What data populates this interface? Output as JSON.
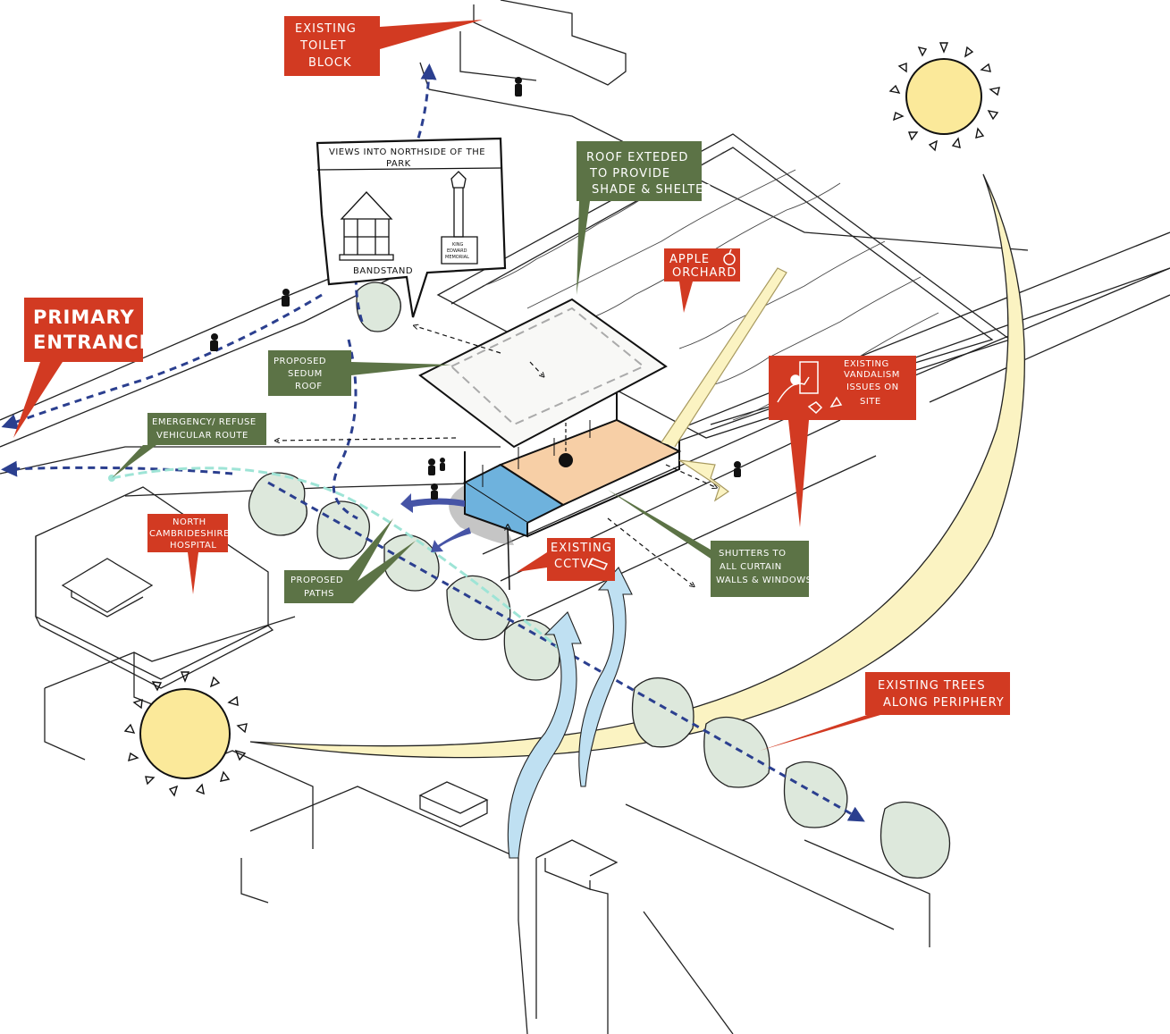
{
  "colors": {
    "red_label": "#d23a22",
    "green_label": "#5c7346",
    "ink": "#111111",
    "path_blue": "#2b3f8f",
    "wind_blue": "#bfe0f2",
    "sun_yellow": "#fbe99a",
    "sun_arc": "#fbf3c2",
    "tree_green": "#dde8dc",
    "room_orange": "#f7cfa6",
    "room_blue": "#6eb2dd",
    "emergency_teal": "#9ee4d6"
  },
  "labels": {
    "toilet_block": [
      "EXISTING",
      "TOILET",
      "BLOCK"
    ],
    "views_title": [
      "VIEWS INTO NORTHSIDE OF THE",
      "PARK"
    ],
    "bandstand": "BANDSTAND",
    "memorial": [
      "KING",
      "EDWARD",
      "MEMORIAL"
    ],
    "roof_extended": [
      "ROOF EXTEDED",
      "TO PROVIDE",
      "SHADE & SHELTER"
    ],
    "apple_orchard": [
      "APPLE",
      "ORCHARD"
    ],
    "primary_entrance": [
      "PRIMARY",
      "ENTRANCE"
    ],
    "sedum_roof": [
      "PROPOSED",
      "SEDUM",
      "ROOF"
    ],
    "vandalism": [
      "EXISTING",
      "VANDALISM",
      "ISSUES ON",
      "SITE"
    ],
    "emergency_route": [
      "EMERGENCY/ REFUSE",
      "VEHICULAR ROUTE"
    ],
    "hospital": [
      "NORTH",
      "CAMBRIDESHIRE",
      "HOSPITAL"
    ],
    "cctv": [
      "EXISTING",
      "CCTV"
    ],
    "shutters": [
      "SHUTTERS TO",
      "ALL CURTAIN",
      "WALLS & WINDOWS"
    ],
    "proposed_paths": [
      "PROPOSED",
      "PATHS"
    ],
    "existing_trees": [
      "EXISTING TREES",
      "ALONG PERIPHERY"
    ]
  },
  "icons": {
    "sun": "sun-icon",
    "person": "person-icon",
    "tree": "tree-icon",
    "apple": "apple-icon",
    "camera": "cctv-camera-icon",
    "vandal": "vandal-figure-icon"
  }
}
